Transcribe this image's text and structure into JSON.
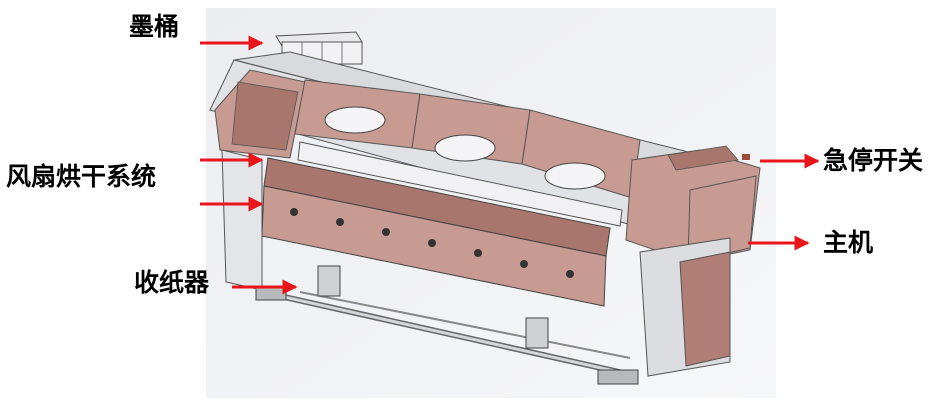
{
  "labels": {
    "ink_tank": "墨桶",
    "fan_dryer": "风扇烘干系统",
    "receiver": "收纸器",
    "emergency_stop": "急停开关",
    "host": "主机"
  },
  "colors": {
    "panel_pink": "#c89b92",
    "panel_dark": "#a8766c",
    "body_gray": "#dcdde0",
    "arrow_red": "#e8161b",
    "background": "#ffffff"
  }
}
